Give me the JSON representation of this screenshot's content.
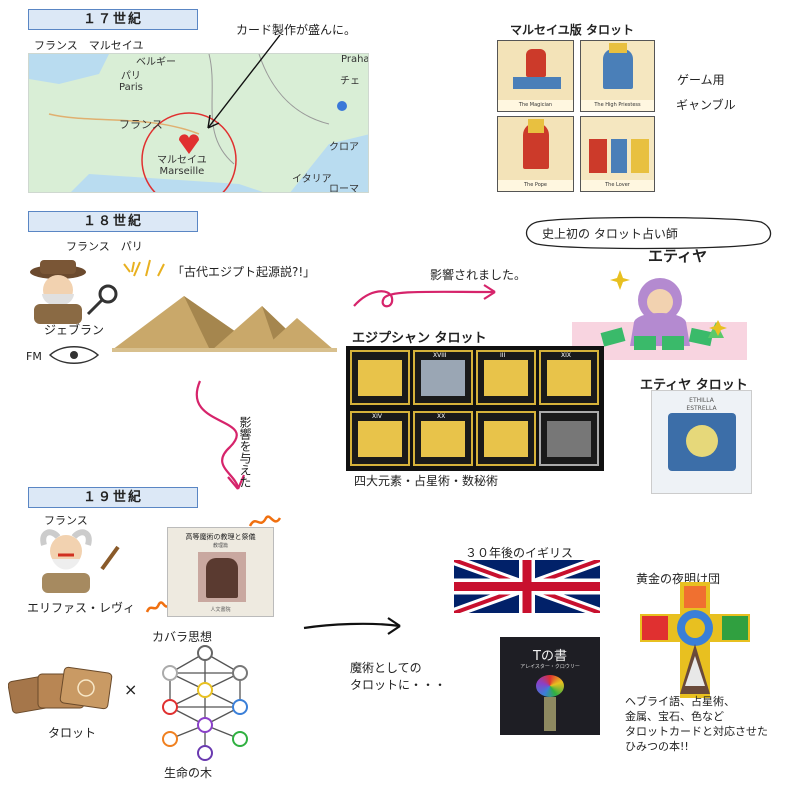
{
  "c17": {
    "title": "１７世紀",
    "place": "フランス　マルセイユ",
    "note": "カード製作が盛んに。",
    "map": {
      "belgium": "ベルギー",
      "paris": "パリ\nParis",
      "paris_jp": "パリ",
      "paris_en": "Paris",
      "france": "フランス",
      "marseille_jp": "マルセイユ",
      "marseille_en": "Marseille",
      "prague": "Praha",
      "czech": "チェ",
      "croatia": "クロア",
      "italy": "イタリア",
      "rome": "ローマ"
    },
    "tarot_title": "マルセイユ版 タロット",
    "cards": [
      "The Magician",
      "The High Priestess",
      "The Pope",
      "The Lover"
    ],
    "usage1": "ゲーム用",
    "usage2": "ギャンブル"
  },
  "c18": {
    "title": "１８世紀",
    "place": "フランス　パリ",
    "claim": "「古代エジプト起源説?!」",
    "person": "ジェブラン",
    "fm": "FM",
    "influenced": "影響されました。",
    "egyptian_title": "エジプシャン タロット",
    "egy_caption": "四大元素・占星術・数秘術",
    "bubble": "史上初の タロット占い師",
    "etteilla": "エティヤ",
    "etteilla_tarot": "エティヤ タロット",
    "etteilla_card_top": "ETHILLA",
    "etteilla_card_sub": "ESTRELLA",
    "egy_numerals": [
      "XVIII",
      "III",
      "XIX",
      "XIV",
      "XX",
      "",
      ""
    ]
  },
  "c19": {
    "title": "１９世紀",
    "place": "フランス",
    "influence_arrow": "影響を与えた",
    "person": "エリファス・レヴィ",
    "book_title": "高等魔術の教理と祭儀",
    "book_sub": "教理篇",
    "book_publisher": "人文書院",
    "kabbalah": "カバラ思想",
    "times": "×",
    "tarot": "タロット",
    "tree": "生命の木",
    "magic_note": "魔術としての\nタロットに・・・",
    "magic_line1": "魔術としての",
    "magic_line2": "タロットに・・・",
    "uk": "３０年後のイギリス",
    "t_book_title": "Tの書",
    "t_book_sub": "アレイスター・クロウリー",
    "golden_dawn": "黄金の夜明け団",
    "corr1": "ヘブライ語、占星術、",
    "corr2": "金属、宝石、色など",
    "corr3": "タロットカードと対応させた",
    "corr4": "ひみつの本!!"
  },
  "colors": {
    "century_bg": "#dce8f6",
    "century_border": "#5a86c4",
    "pink": "#d6246b",
    "uk_blue": "#012169",
    "uk_red": "#c8102e"
  }
}
